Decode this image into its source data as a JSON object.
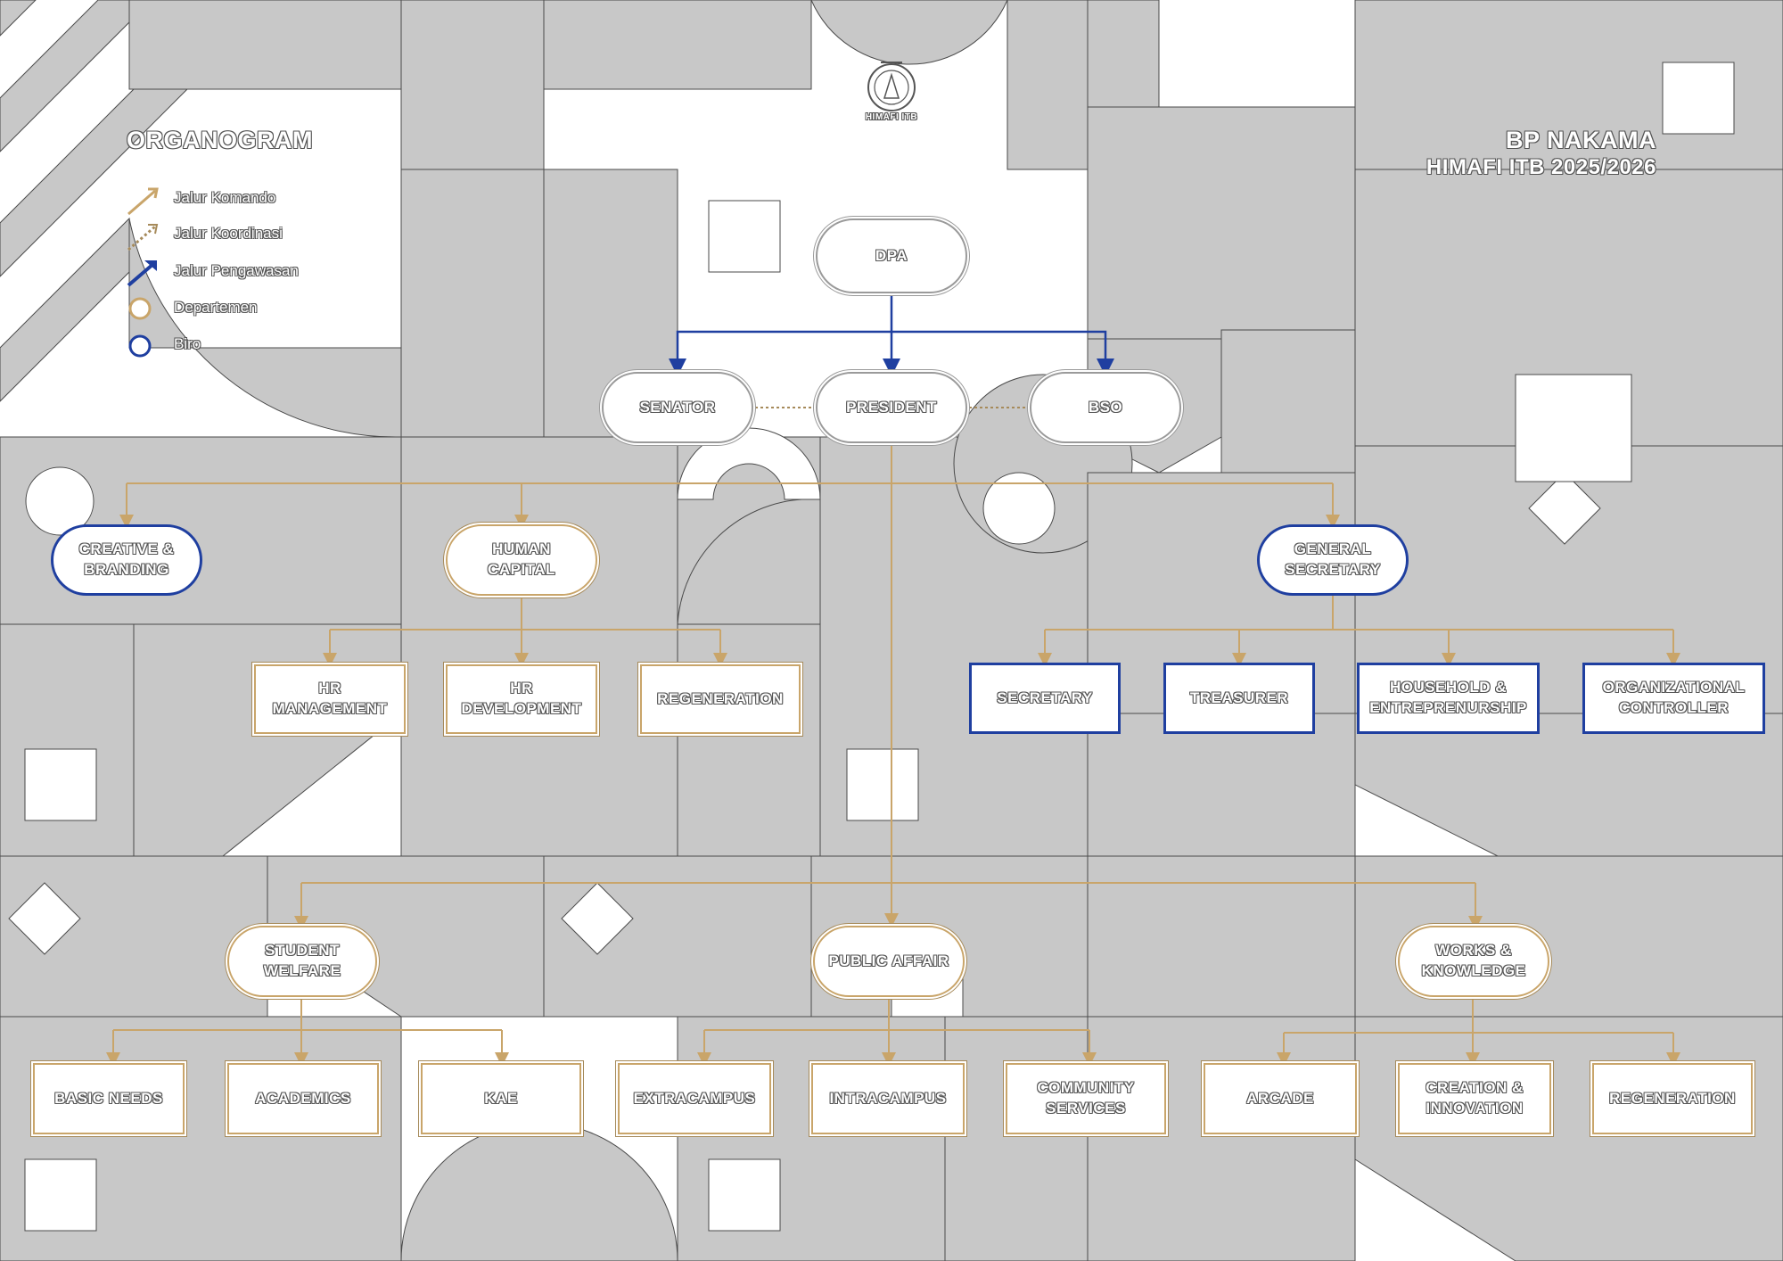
{
  "header": {
    "title_left": "ORGANOGRAM",
    "title_right": "BP NAKAMA",
    "subtitle_right": "HIMAFI ITB 2025/2026",
    "logo_caption": "HIMAFI ITB"
  },
  "legend": {
    "items": [
      {
        "label": "Jalur Komando",
        "icon": "gold-solid-arrow-icon"
      },
      {
        "label": "Jalur Koordinasi",
        "icon": "gold-dotted-arrow-icon"
      },
      {
        "label": "Jalur Pengawasan",
        "icon": "blue-arrow-icon"
      },
      {
        "label": "Departemen",
        "icon": "gold-circle-icon"
      },
      {
        "label": "Biro",
        "icon": "blue-circle-icon"
      }
    ]
  },
  "colors": {
    "background_pattern": "#c8c8c8",
    "command_line": "#c9a56a",
    "supervision_line": "#1f3fa0",
    "biro_border": "#1f3fa0",
    "departemen_border": "#c9a56a"
  },
  "nodes": {
    "dpa": "DPA",
    "senator": "SENATOR",
    "president": "PRESIDENT",
    "bso": "BSO",
    "creative_branding": "CREATIVE & BRANDING",
    "human_capital": "HUMAN CAPITAL",
    "general_secretary": "GENERAL SECRETARY",
    "hr_management": "HR MANAGEMENT",
    "hr_development": "HR DEVELOPMENT",
    "regeneration_hc": "REGENERATION",
    "secretary": "SECRETARY",
    "treasurer": "TREASURER",
    "household": "HOUSEHOLD & ENTREPRENURSHIP",
    "org_controller": "ORGANIZATIONAL CONTROLLER",
    "student_welfare": "STUDENT WELFARE",
    "public_affair": "PUBLIC AFFAIR",
    "works_knowledge": "WORKS & KNOWLEDGE",
    "basic_needs": "BASIC NEEDS",
    "academics": "ACADEMICS",
    "kae": "KAE",
    "extracampus": "EXTRACAMPUS",
    "intracampus": "INTRACAMPUS",
    "community_services": "COMMUNITY SERVICES",
    "arcade": "ARCADE",
    "creation_innovation": "CREATION & INNOVATION",
    "regeneration_wk": "REGENERATION"
  }
}
